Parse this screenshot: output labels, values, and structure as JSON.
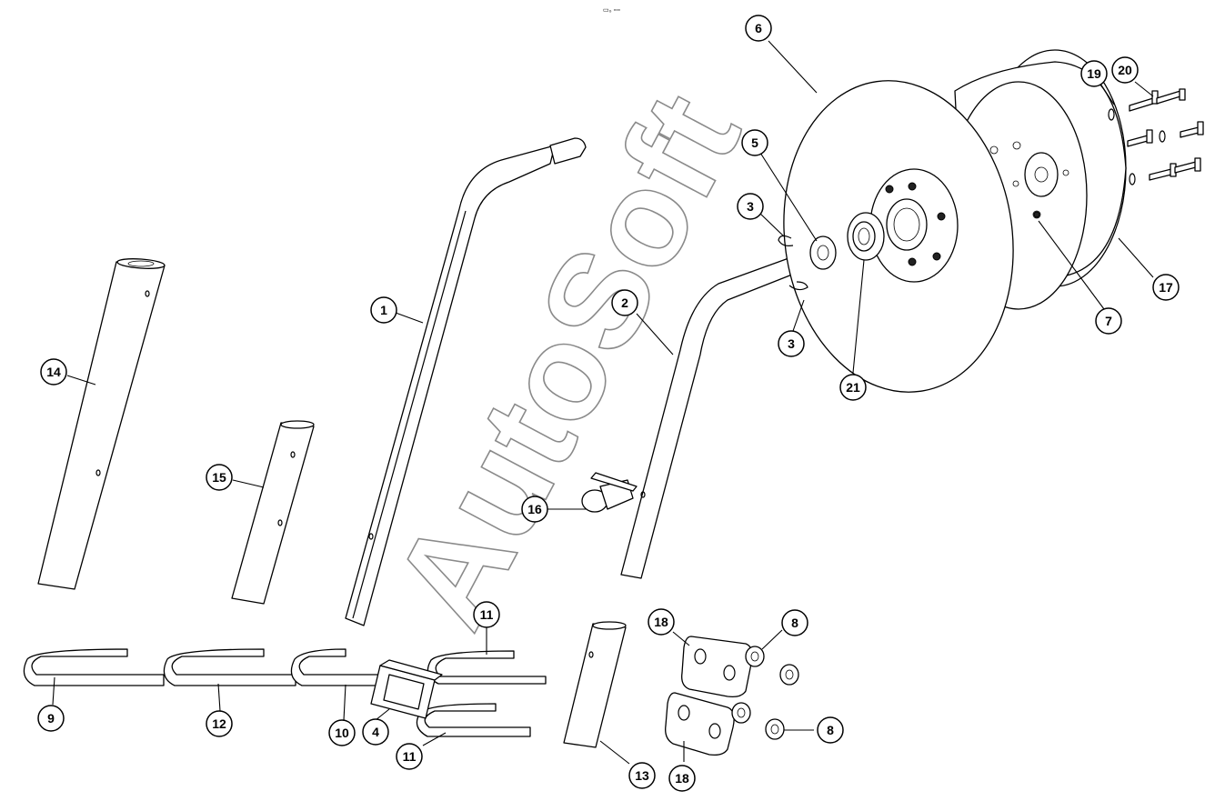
{
  "header_mark": "▭₀ ▫▫▫",
  "watermark": "AutoSoft",
  "callouts": [
    "1",
    "2",
    "3",
    "3",
    "4",
    "5",
    "6",
    "7",
    "8",
    "8",
    "9",
    "10",
    "11",
    "11",
    "12",
    "13",
    "14",
    "15",
    "16",
    "17",
    "18",
    "18",
    "19",
    "20",
    "21"
  ]
}
